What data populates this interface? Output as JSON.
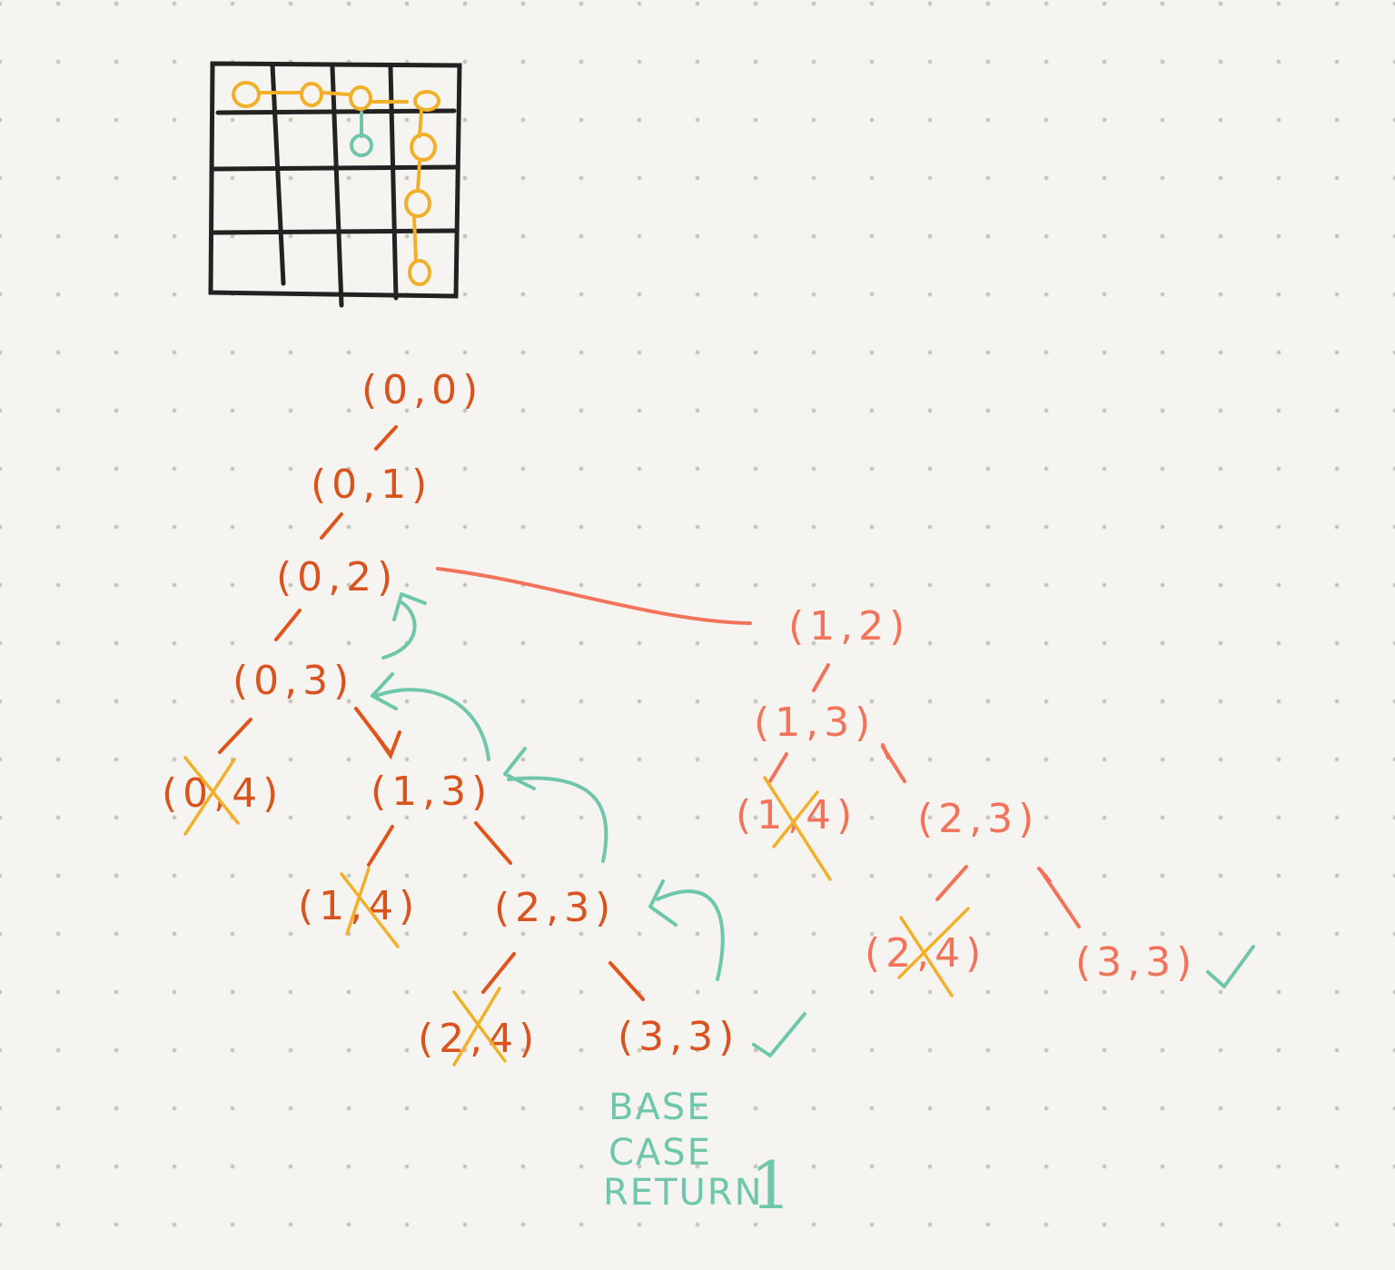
{
  "colors": {
    "grid": "#222222",
    "path": "#f2b02a",
    "teal": "#6fc7ab",
    "node_dark": "#d9531e",
    "node_light": "#f2735a",
    "edge": "#e0541c",
    "cross": "#f2b02a"
  },
  "left_tree": {
    "n00": "(0,0)",
    "n01": "(0,1)",
    "n02": "(0,2)",
    "n03": "(0,3)",
    "n04": "(0,4)",
    "n13": "(1,3)",
    "n14": "(1,4)",
    "n23": "(2,3)",
    "n24": "(2,4)",
    "n33": "(3,3)"
  },
  "right_tree": {
    "n12": "(1,2)",
    "n13": "(1,3)",
    "n14": "(1,4)",
    "n23": "(2,3)",
    "n24": "(2,4)",
    "n33": "(3,3)"
  },
  "note": {
    "line1": "BASE",
    "line2": "CASE",
    "line3": "RETURN",
    "value": "1"
  },
  "icons": {
    "check": "check-icon",
    "cross": "cross-icon",
    "arrow": "arrow-icon"
  }
}
